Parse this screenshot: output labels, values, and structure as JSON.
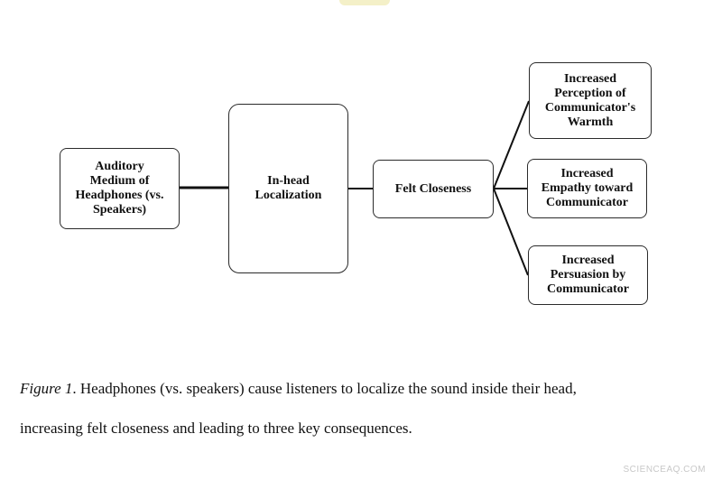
{
  "diagram": {
    "nodes": {
      "auditory": "Auditory\nMedium of\nHeadphones (vs.\nSpeakers)",
      "inhead": "In-head\nLocalization",
      "felt": "Felt Closeness",
      "warmth": "Increased\nPerception of\nCommunicator's\nWarmth",
      "empathy": "Increased\nEmpathy toward\nCommunicator",
      "persuasion": "Increased\nPersuasion by\nCommunicator"
    },
    "edges": [
      {
        "from": "auditory",
        "to": "inhead"
      },
      {
        "from": "inhead",
        "to": "felt"
      },
      {
        "from": "felt",
        "to": "warmth"
      },
      {
        "from": "felt",
        "to": "empathy"
      },
      {
        "from": "felt",
        "to": "persuasion"
      }
    ]
  },
  "caption": {
    "label": "Figure 1",
    "line1": ". Headphones (vs. speakers) cause listeners to localize the sound inside their head,",
    "line2": "increasing felt closeness and leading to three key consequences."
  },
  "watermark": "SCIENCEAQ.COM"
}
